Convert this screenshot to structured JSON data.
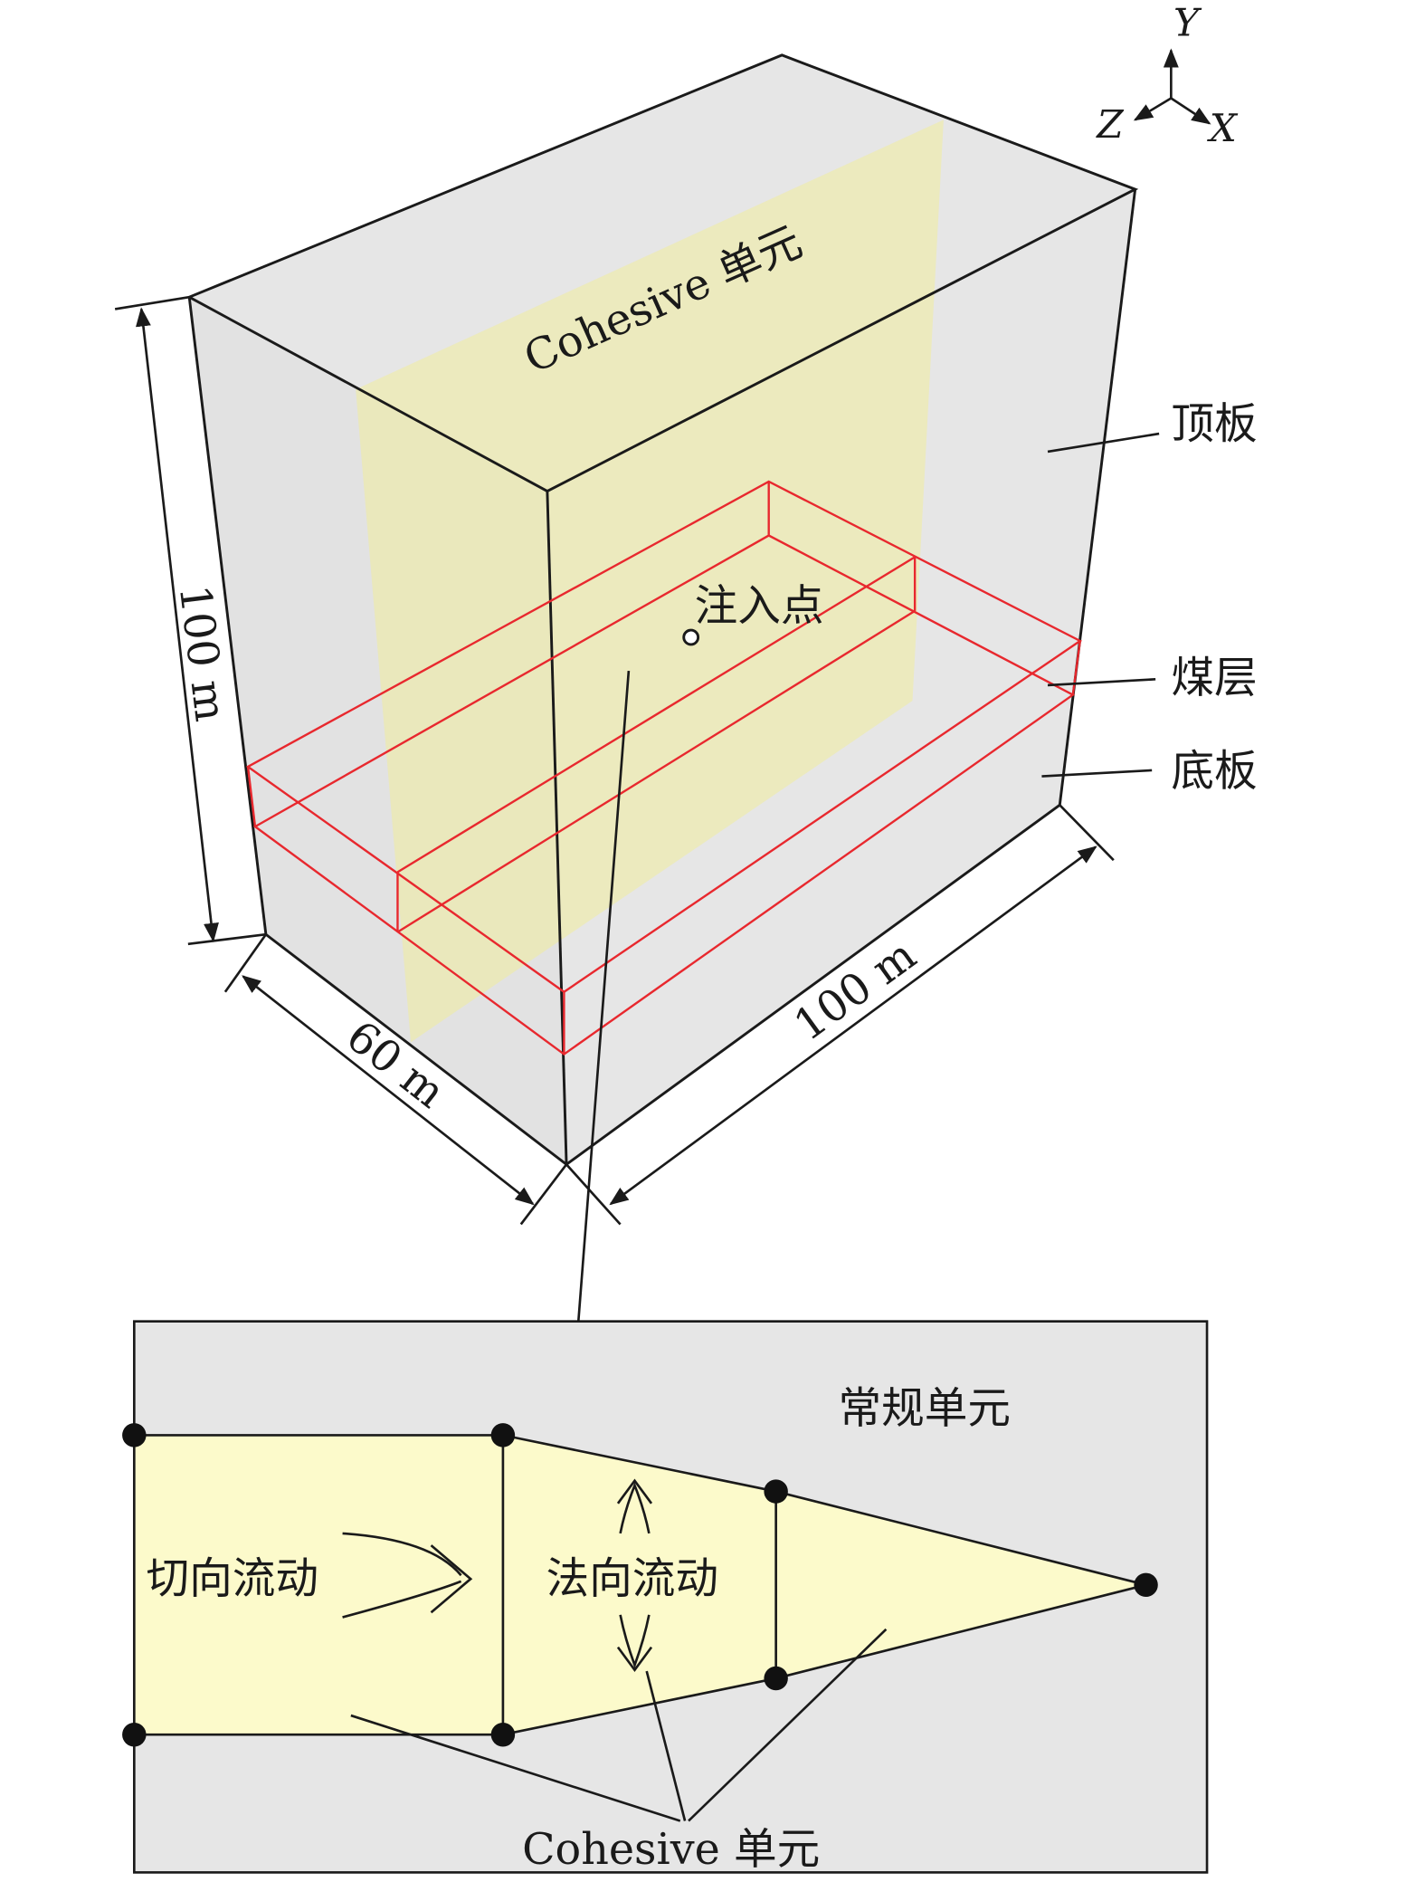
{
  "axes": {
    "y": "Y",
    "z": "Z",
    "x": "X"
  },
  "model": {
    "cohesive_plane_label": "Cohesive 单元",
    "roof_label": "顶板",
    "coal_seam_label": "煤层",
    "floor_label": "底板",
    "injection_point_label": "注入点",
    "height_dim": "100 m",
    "width_dim": "60 m",
    "length_dim": "100 m"
  },
  "inset": {
    "regular_element_label": "常规单元",
    "tangential_flow_label": "切向流动",
    "normal_flow_label": "法向流动",
    "cohesive_element_label": "Cohesive 单元"
  },
  "colors": {
    "rock": "#e6e6e6",
    "cohesive": "#f3efb0",
    "seam": "#e8282e",
    "inset_fill": "#fcfacb"
  }
}
